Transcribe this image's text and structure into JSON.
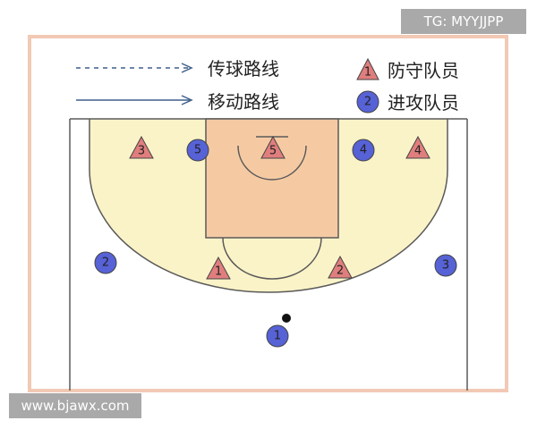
{
  "legend": {
    "pass_route_label": "传球路线",
    "move_route_label": "移动路线",
    "defender_label": "防守队员",
    "attacker_label": "进攻队员",
    "defender_sample_number": "1",
    "attacker_sample_number": "2"
  },
  "players": {
    "defenders": [
      {
        "id": "d3",
        "number": "3"
      },
      {
        "id": "d5",
        "number": "5"
      },
      {
        "id": "d4",
        "number": "4"
      },
      {
        "id": "d1",
        "number": "1"
      },
      {
        "id": "d2",
        "number": "2"
      }
    ],
    "attackers": [
      {
        "id": "a5",
        "number": "5"
      },
      {
        "id": "a4",
        "number": "4"
      },
      {
        "id": "a2",
        "number": "2"
      },
      {
        "id": "a3",
        "number": "3"
      },
      {
        "id": "a1",
        "number": "1"
      }
    ]
  },
  "watermarks": {
    "tag": "TG: MYYJJPP",
    "site": "www.bjawx.com"
  },
  "colors": {
    "frame": "#f2c9b4",
    "court_fill": "#fbf3c8",
    "paint_fill": "#f5caa3",
    "court_line": "#5a5a5a",
    "defender_fill": "#e07e7e",
    "attacker_fill": "#5662d6",
    "route_line": "#3f5f8a"
  }
}
